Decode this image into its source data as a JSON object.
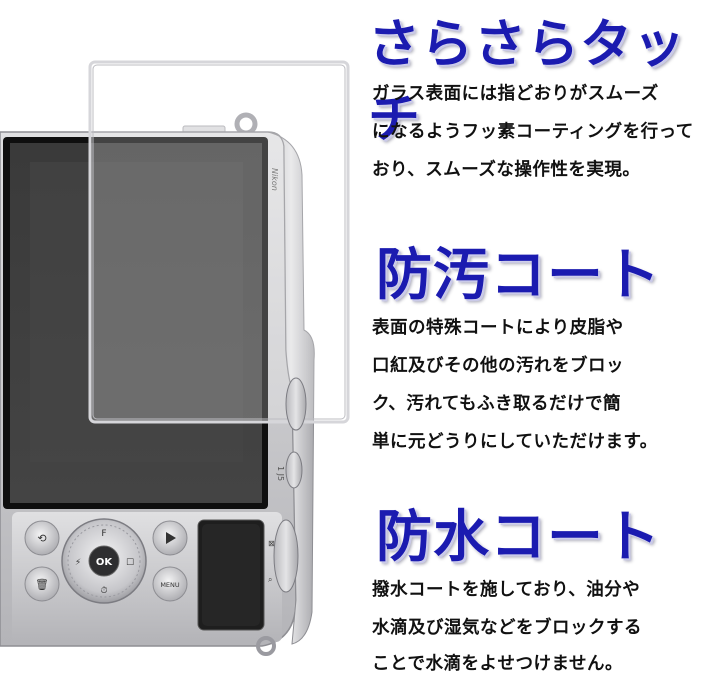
{
  "features": [
    {
      "heading": "さらさらタッチ",
      "lines": [
        "ガラス表面には指どおりがスムーズ",
        "になるようフッ素コーティングを行って",
        "おり、スムーズな操作性を実現。"
      ]
    },
    {
      "heading": "防汚コート",
      "lines": [
        "表面の特殊コートにより皮脂や",
        "口紅及びその他の汚れをブロッ",
        "ク、汚れてもふき取るだけで簡",
        "単に元どうりにしていただけます。"
      ]
    },
    {
      "heading": "防水コート",
      "lines": [
        "撥水コートを施しており、油分や",
        "水滴及び湿気などをブロックする",
        "ことで水滴をよせつけません。"
      ]
    }
  ],
  "camera": {
    "brand": "Nikon",
    "model": "1 J5",
    "ok_label": "OK",
    "menu_label": "MENU"
  },
  "colors": {
    "heading_blue": "#1b1bb0",
    "camera_silver": "#cfcfd2",
    "screen_dark": "#3c3c3c"
  }
}
